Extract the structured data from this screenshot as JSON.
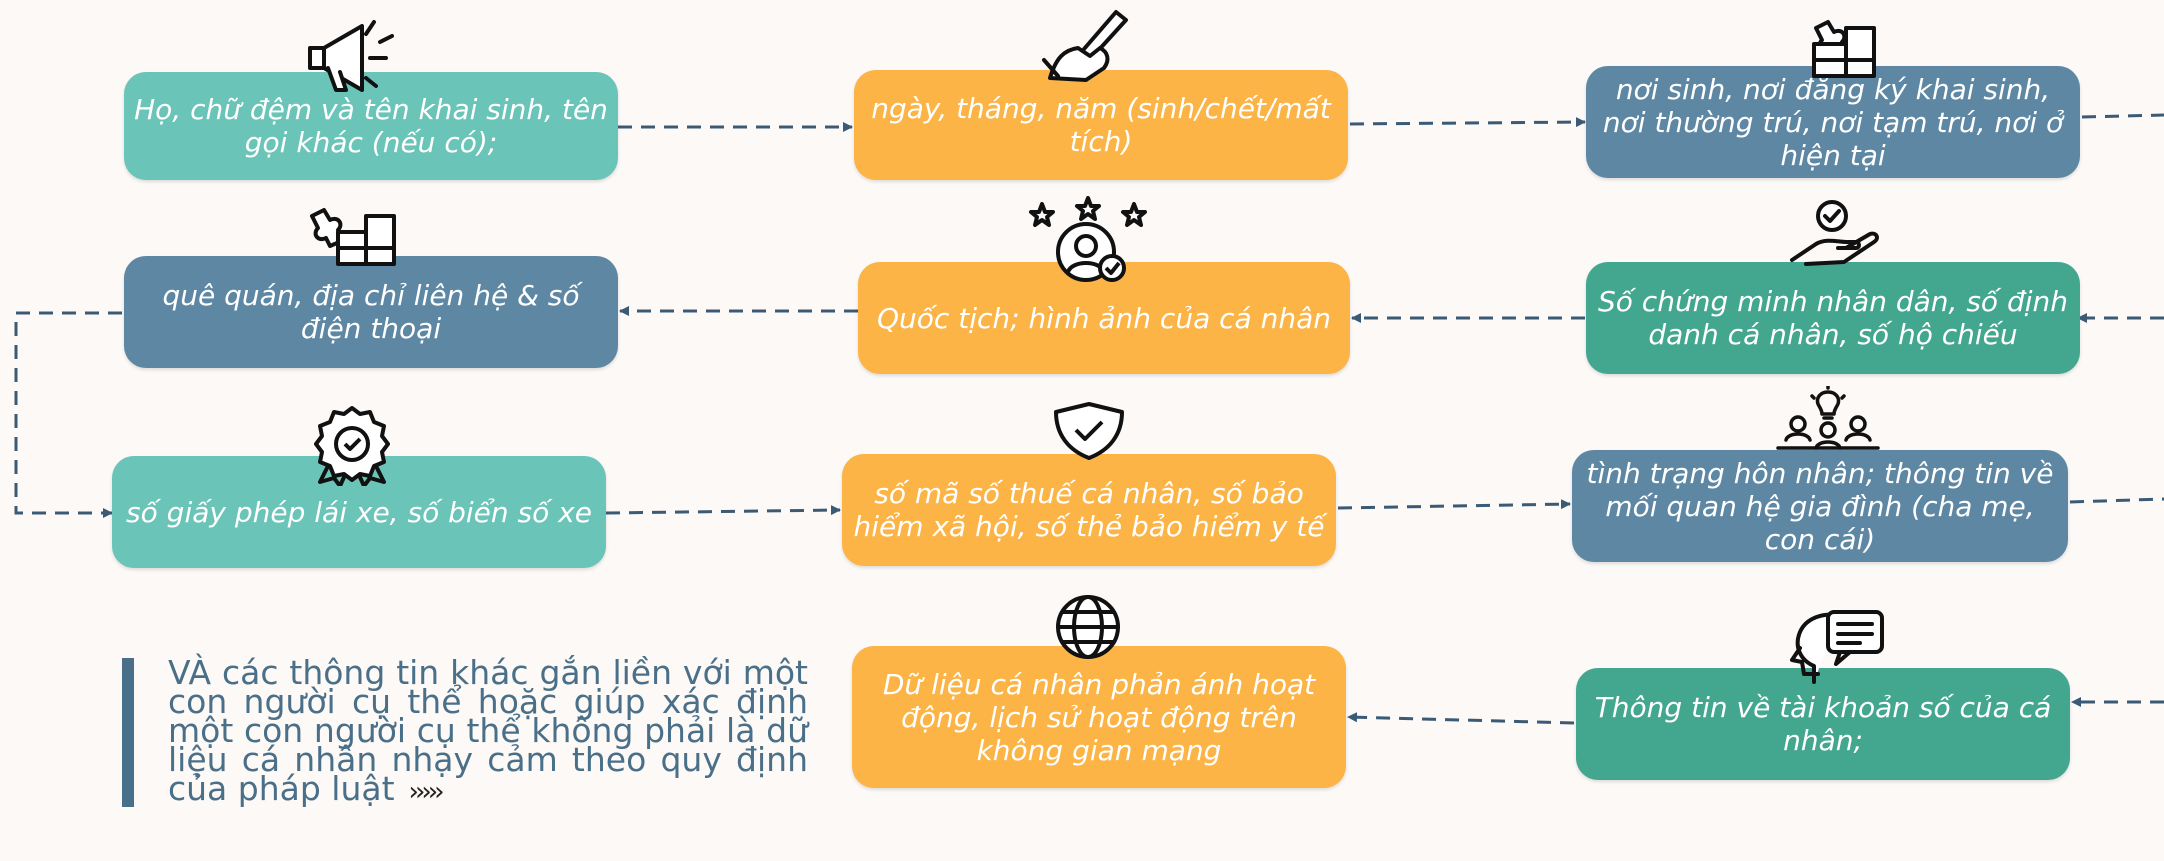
{
  "nodes": [
    {
      "id": "n1",
      "text": "Họ, chữ đệm và tên khai sinh, tên gọi khác (nếu có);",
      "icon": "megaphone-icon"
    },
    {
      "id": "n2",
      "text": "ngày, tháng, năm (sinh/chết/mất tích)",
      "icon": "pencil-hand-icon"
    },
    {
      "id": "n3",
      "text": "nơi sinh, nơi đăng ký khai sinh, nơi thường trú, nơi tạm trú, nơi ở hiện tại",
      "icon": "puzzle-icon"
    },
    {
      "id": "n4",
      "text": "quê quán, địa chỉ liên hệ & số điện thoại",
      "icon": "puzzle-icon"
    },
    {
      "id": "n5",
      "text": "Quốc tịch; hình ảnh của cá nhân",
      "icon": "user-stars-icon"
    },
    {
      "id": "n6",
      "text": "Số chứng minh nhân dân, số định danh cá nhân, số hộ chiếu",
      "icon": "hand-check-icon"
    },
    {
      "id": "n7",
      "text": "số giấy phép lái xe, số biển số xe",
      "icon": "award-badge-icon"
    },
    {
      "id": "n8",
      "text": "số mã số thuế cá nhân, số bảo hiểm xã hội, số thẻ bảo hiểm y tế",
      "icon": "shield-check-icon"
    },
    {
      "id": "n9",
      "text": "tình trạng hôn nhân; thông tin về mối quan hệ gia đình (cha mẹ, con cái)",
      "icon": "people-idea-icon"
    },
    {
      "id": "n10",
      "text": "Dữ liệu cá nhân phản ánh hoạt động, lịch sử hoạt động trên không gian mạng",
      "icon": "globe-icon"
    },
    {
      "id": "n11",
      "text": "Thông tin về tài khoản số của cá nhân;",
      "icon": "head-chat-icon"
    }
  ],
  "note": {
    "text": "VÀ các thông tin khác gắn liền với một con người cụ thể hoặc giúp xác định một con người cụ thể không phải là dữ liệu cá nhân nhạy cảm theo quy định của pháp luật",
    "chevrons": "›››››"
  },
  "colors": {
    "teal": "#6bc4b8",
    "orange": "#fbb445",
    "slate": "#5d87a3",
    "green": "#43a78f",
    "arrow": "#3b5a75",
    "background": "#fcf9f7"
  }
}
